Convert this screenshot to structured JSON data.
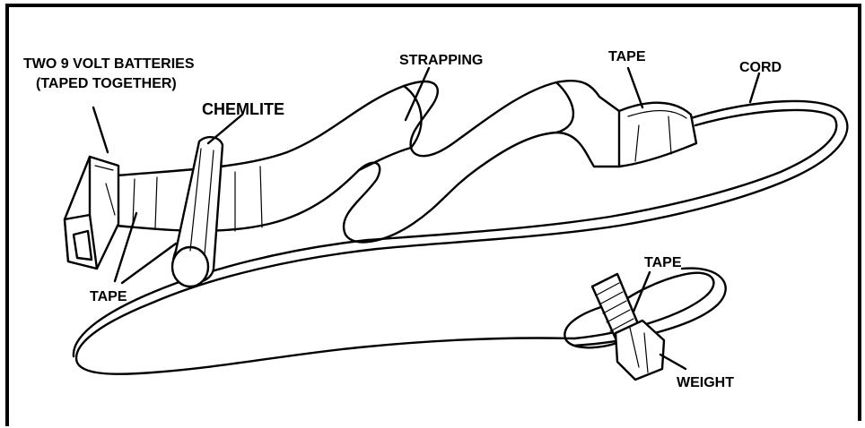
{
  "labels": {
    "batteries_line1": "TWO 9 VOLT BATTERIES",
    "batteries_line2": "(TAPED TOGETHER)",
    "chemlite": "CHEMLITE",
    "strapping": "STRAPPING",
    "tape_top": "TAPE",
    "cord": "CORD",
    "tape_left": "TAPE",
    "tape_bolt": "TAPE",
    "weight": "WEIGHT"
  },
  "colors": {
    "ink": "#000000",
    "background": "#ffffff"
  }
}
